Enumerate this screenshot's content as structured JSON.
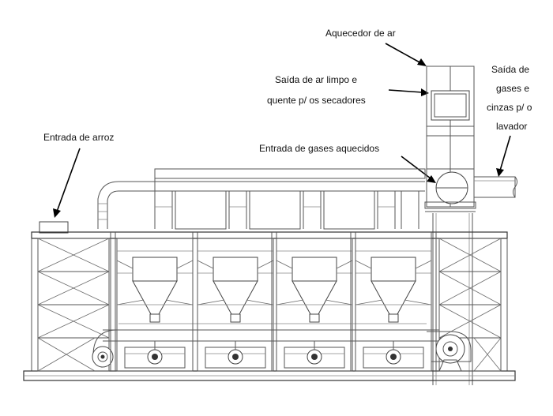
{
  "labels": {
    "air_heater": "Aquecedor de ar",
    "clean_air_line1": "Saída de ar limpo e",
    "clean_air_line2": "quente p/ os secadores",
    "gas_exit_line1": "Saída de",
    "gas_exit_line2": "gases e",
    "gas_exit_line3": "cinzas p/ o",
    "gas_exit_line4": "lavador",
    "rice_inlet": "Entrada de arroz",
    "heated_gas_inlet": "Entrada de gases aquecidos"
  }
}
